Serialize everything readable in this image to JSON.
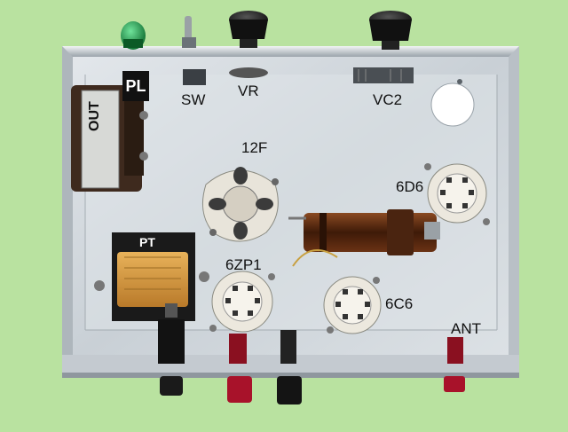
{
  "labels": {
    "pl": "PL",
    "sw": "SW",
    "vr": "VR",
    "vc2": "VC2",
    "out": "OUT",
    "f12": "12F",
    "d6": "6D6",
    "pt": "PT",
    "zp1": "6ZP1",
    "c6": "6C6",
    "ant": "ANT"
  },
  "colors": {
    "background": "#b9e2a0",
    "chassis": "#cfd6dc",
    "pilot_lamp": "#1f9c4a",
    "terminal_red": "#a8122a",
    "terminal_black": "#1a1a1a",
    "coil_winding": "#5a2a12"
  }
}
